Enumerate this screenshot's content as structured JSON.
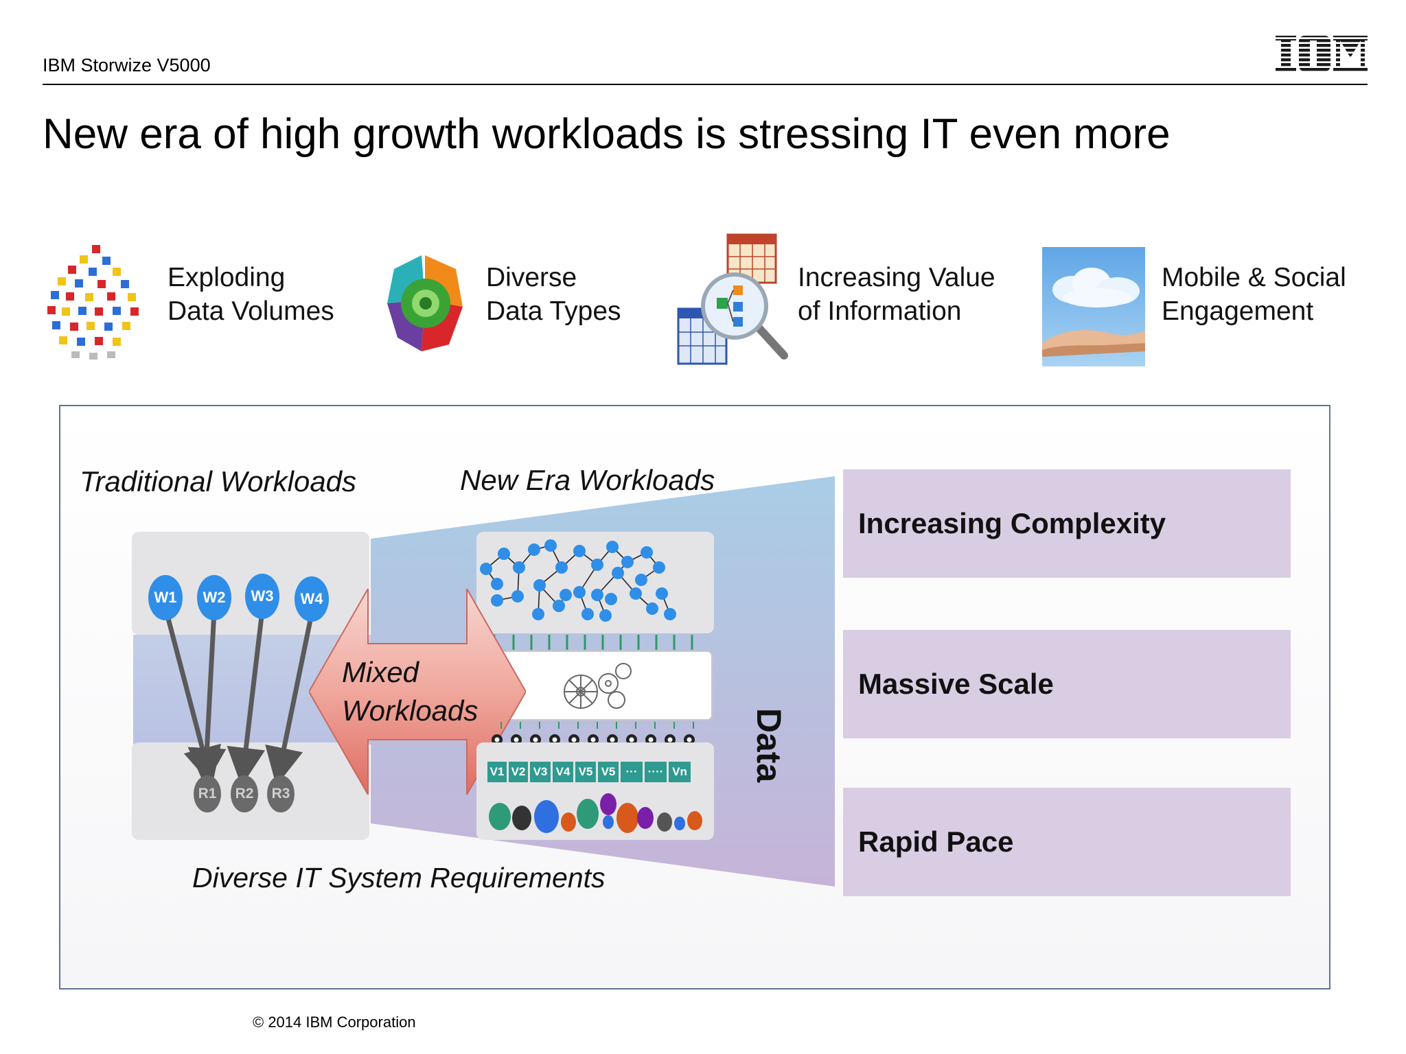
{
  "header": {
    "product": "IBM Storwize V5000",
    "logo_text": "IBM"
  },
  "title": "New era of high growth workloads is stressing IT even more",
  "drivers": [
    {
      "icon": "colored-blocks-icon",
      "lines": [
        "Exploding",
        "Data Volumes"
      ]
    },
    {
      "icon": "puzzle-gear-icon",
      "lines": [
        "Diverse",
        "Data Types"
      ]
    },
    {
      "icon": "magnifier-spreadsheet-icon",
      "lines": [
        "Increasing Value",
        "of Information"
      ]
    },
    {
      "icon": "cloud-hand-icon",
      "lines": [
        "Mobile & Social",
        "Engagement"
      ]
    }
  ],
  "diagram": {
    "traditional_label": "Traditional Workloads",
    "new_era_label": "New Era Workloads",
    "mixed_label": [
      "Mixed",
      "Workloads"
    ],
    "workloads": [
      "W1",
      "W2",
      "W3",
      "W4"
    ],
    "resources": [
      "R1",
      "R2",
      "R3"
    ],
    "vms": [
      "V1",
      "V2",
      "V3",
      "V4",
      "V5",
      "V5",
      "···",
      "····",
      "Vn"
    ],
    "data_label": "Data",
    "footer": "Diverse IT System Requirements"
  },
  "challenges": [
    "Increasing Complexity",
    "Massive Scale",
    "Rapid Pace"
  ],
  "colors": {
    "node_blue": "#2f8ee8",
    "vm_teal": "#2f9a90",
    "challenge_purple": "#d9cde4",
    "arrow_red": "#e07a70",
    "panel_border": "#5a7595"
  },
  "copyright": "© 2014 IBM Corporation"
}
